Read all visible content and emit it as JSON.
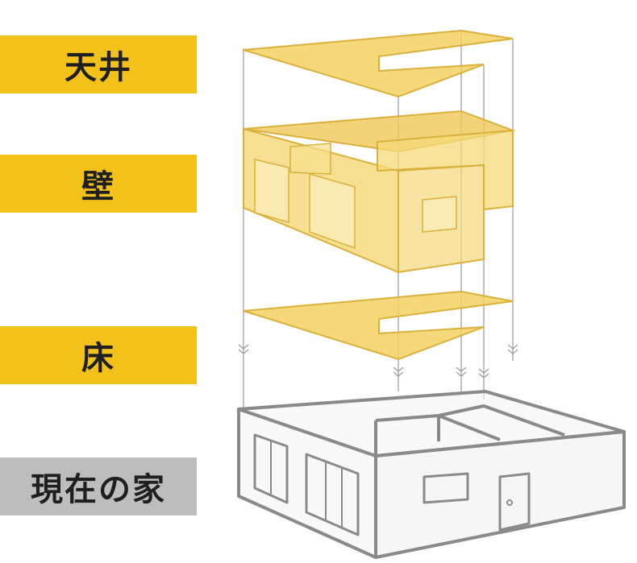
{
  "labels": {
    "ceiling": "天井",
    "wall": "壁",
    "floor": "床",
    "current_house": "現在の家"
  },
  "colors": {
    "label_yellow": "#f2c21b",
    "label_gray": "#bdbdbd",
    "layer_fill": "#f3d163",
    "layer_stroke": "#d9b13b",
    "house_stroke": "#8a8a8a"
  }
}
